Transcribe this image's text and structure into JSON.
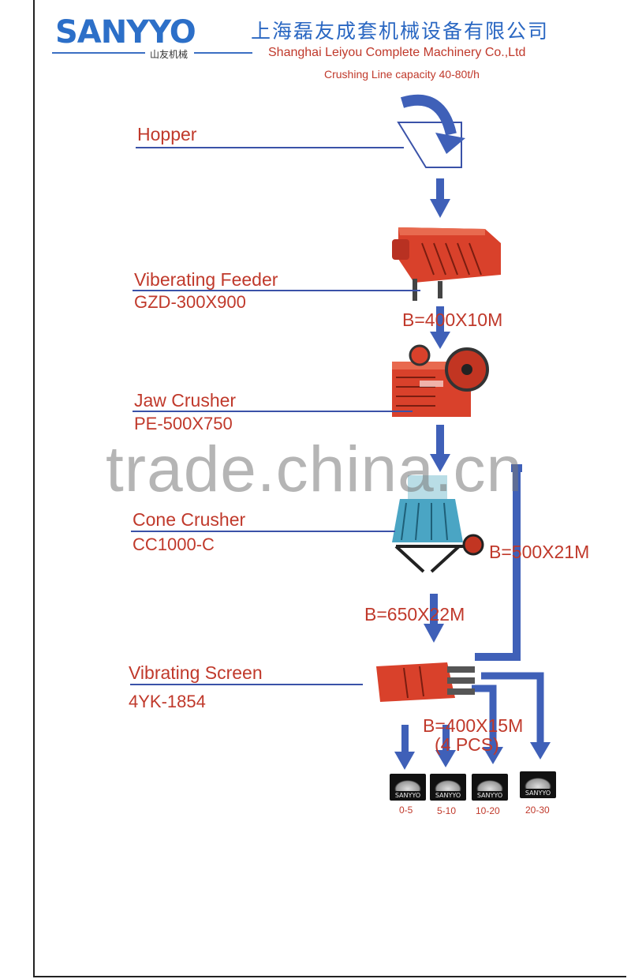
{
  "header": {
    "logo_text": "SANYYO",
    "logo_sub": "山友机械",
    "company_cn": "上海磊友成套机械设备有限公司",
    "company_en": "Shanghai Leiyou Complete Machinery Co.,Ltd",
    "capacity": "Crushing Line capacity 40-80t/h"
  },
  "stages": {
    "hopper": {
      "label": "Hopper"
    },
    "feeder": {
      "label": "Viberating Feeder",
      "model": "GZD-300X900"
    },
    "jaw": {
      "label": "Jaw Crusher",
      "model": "PE-500X750"
    },
    "cone": {
      "label": "Cone Crusher",
      "model": "CC1000-C"
    },
    "screen": {
      "label": "Vibrating Screen",
      "model": "4YK-1854"
    }
  },
  "belts": {
    "b1": "B=400X10M",
    "b2": "B=500X21M",
    "b3": "B=650X22M",
    "b4": "B=400X15M",
    "b4_count": "(4 PCS)"
  },
  "products": [
    {
      "label": "0-5",
      "tag": "SANYYO"
    },
    {
      "label": "5-10",
      "tag": "SANYYO"
    },
    {
      "label": "10-20",
      "tag": "SANYYO"
    },
    {
      "label": "20-30",
      "tag": "SANYYO"
    }
  ],
  "watermark": "trade.china.cn",
  "colors": {
    "arrow": "#3f60b8",
    "text": "#c0392b",
    "machine": "#d9412b",
    "brand": "#2c6fc8"
  }
}
